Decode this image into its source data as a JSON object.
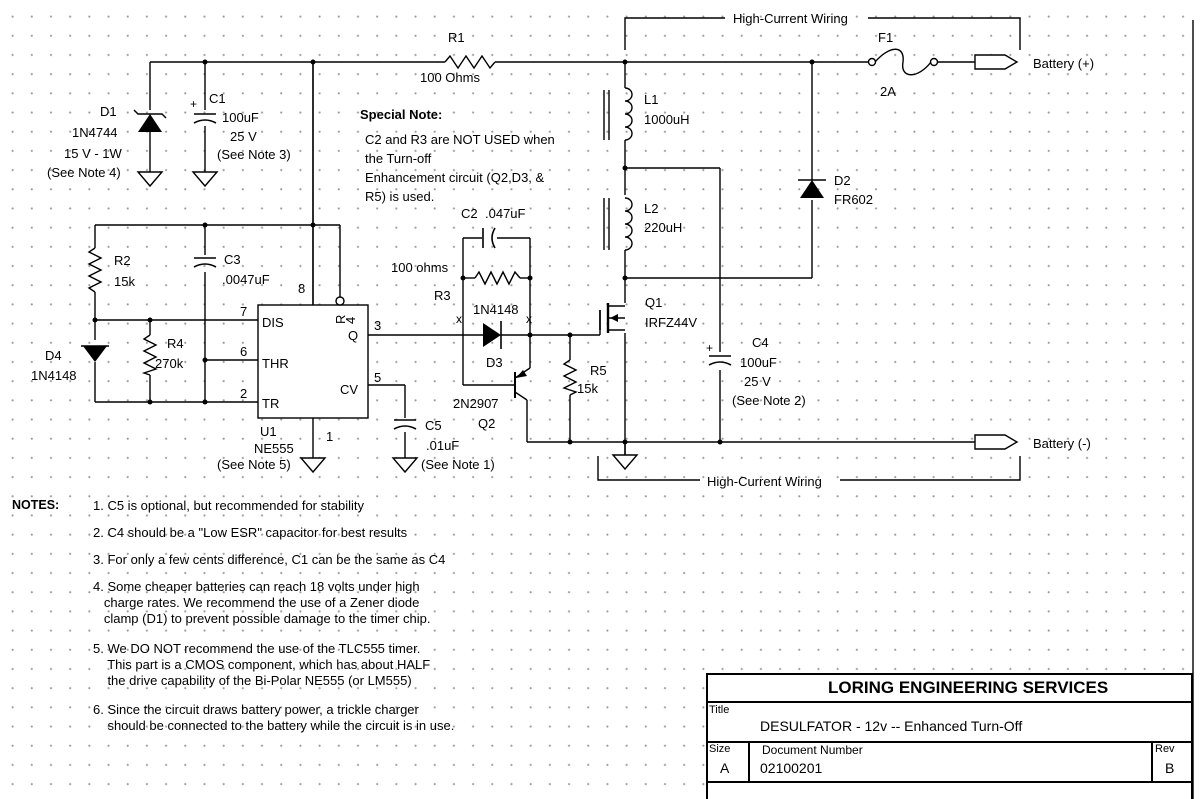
{
  "schematic": {
    "wiring_top": "High-Current Wiring",
    "wiring_bottom": "High-Current Wiring",
    "terminals": {
      "positive": "Battery (+)",
      "negative": "Battery (-)"
    },
    "special_note": {
      "title": "Special Note:",
      "lines": [
        "C2 and R3 are NOT USED when",
        "the Turn-off",
        "Enhancement circuit (Q2,D3, &",
        "R5) is used."
      ]
    },
    "components": {
      "R1": {
        "ref": "R1",
        "value": "100 Ohms"
      },
      "F1": {
        "ref": "F1",
        "value": "2A"
      },
      "D1": {
        "ref": "D1",
        "part": "1N4744",
        "rating": "15 V -  1W",
        "note": "(See Note 4)"
      },
      "C1": {
        "ref": "C1",
        "value": "100uF",
        "rating": "25 V",
        "note": "(See Note 3)"
      },
      "L1": {
        "ref": "L1",
        "value": "1000uH"
      },
      "L2": {
        "ref": "L2",
        "value": "220uH"
      },
      "D2": {
        "ref": "D2",
        "part": "FR602"
      },
      "C2": {
        "ref": "C2",
        "value": ".047uF"
      },
      "R3": {
        "ref": "R3",
        "value": "100 ohms"
      },
      "R2": {
        "ref": "R2",
        "value": "15k"
      },
      "C3": {
        "ref": "C3",
        "value": ".0047uF"
      },
      "Q1": {
        "ref": "Q1",
        "part": "IRFZ44V"
      },
      "D3": {
        "ref": "D3",
        "part": "1N4148"
      },
      "D4": {
        "ref": "D4",
        "part": "1N4148"
      },
      "R4": {
        "ref": "R4",
        "value": "270k"
      },
      "R5": {
        "ref": "R5",
        "value": "15k"
      },
      "Q2": {
        "ref": "Q2",
        "part": "2N2907"
      },
      "C4": {
        "ref": "C4",
        "value": "100uF",
        "rating": "25 V",
        "note": "(See Note 2)"
      },
      "C5": {
        "ref": "C5",
        "value": ".01uF",
        "note": "(See Note 1)"
      },
      "U1": {
        "ref": "U1",
        "part": "NE555",
        "note": "(See Note 5)"
      }
    },
    "ic_pins": {
      "dis": "DIS",
      "thr": "THR",
      "tr": "TR",
      "q": "Q",
      "cv": "CV",
      "r": "R",
      "p7": "7",
      "p6": "6",
      "p2": "2",
      "p3": "3",
      "p5": "5",
      "p8": "8",
      "p4": "4",
      "p1": "1"
    }
  },
  "notes": {
    "heading": "NOTES:",
    "items": [
      "1. C5 is optional, but recommended for stability",
      "2. C4 should be a \"Low ESR\" capacitor for best results",
      "3. For only a few cents difference, C1 can be the same as C4",
      "4. Some cheaper batteries can reach 18 volts under high\n   charge rates. We recommend the use of a Zener diode\n   clamp (D1) to prevent possible damage to the timer chip.",
      "5. We DO NOT recommend the use of the TLC555 timer.\n    This part is a CMOS component, which has about HALF\n    the drive capability of the Bi-Polar NE555 (or LM555)",
      "6. Since the circuit draws battery power, a trickle charger\n    should be connected to the battery while the circuit is in use."
    ]
  },
  "title_block": {
    "company": "LORING ENGINEERING SERVICES",
    "title_label": "Title",
    "title": "DESULFATOR - 12v -- Enhanced Turn-Off",
    "size_label": "Size",
    "size": "A",
    "docnum_label": "Document Number",
    "docnum": "02100201",
    "rev_label": "Rev",
    "rev": "B"
  }
}
